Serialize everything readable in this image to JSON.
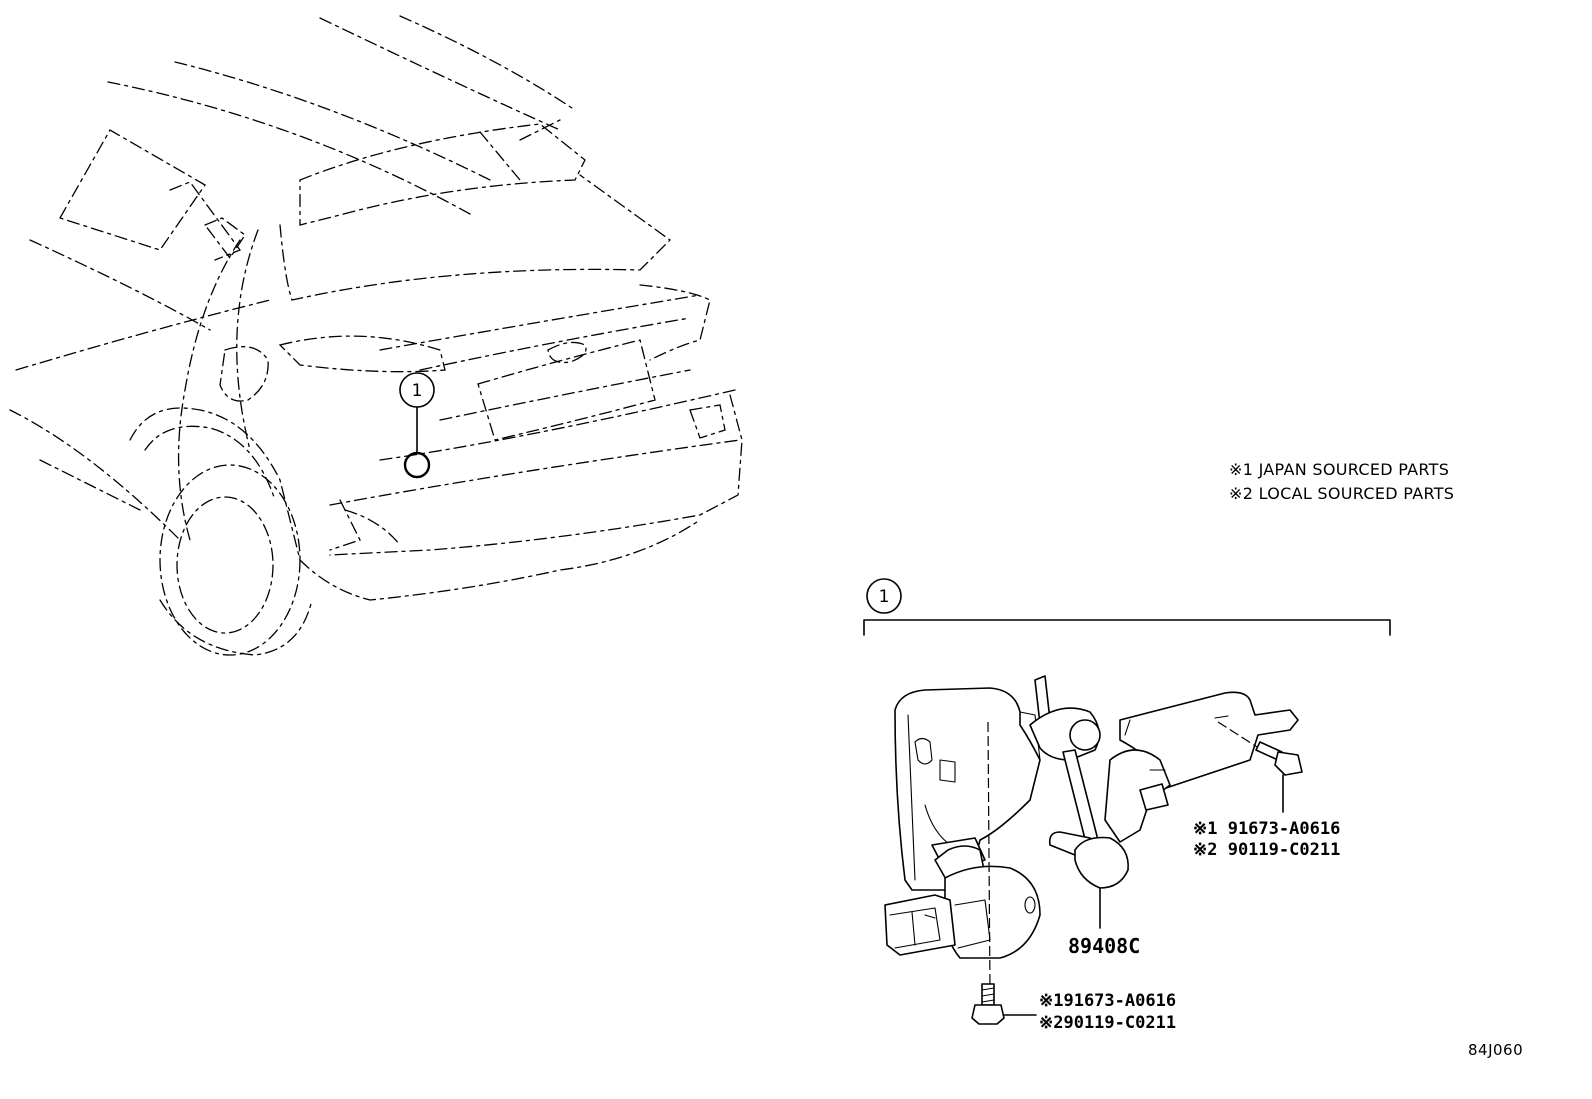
{
  "legend": {
    "line1": "※1 JAPAN SOURCED PARTS",
    "line2": "※2 LOCAL SOURCED PARTS"
  },
  "callouts": {
    "car_location": "1",
    "detail_group": "1"
  },
  "parts": {
    "sensor": "89408C",
    "upper_bolt_japan": "※1 91673-A0616",
    "upper_bolt_local": "※2 90119-C0211",
    "lower_bolt_japan": "※191673-A0616",
    "lower_bolt_local": "※290119-C0211"
  },
  "reference_code": "84J060"
}
